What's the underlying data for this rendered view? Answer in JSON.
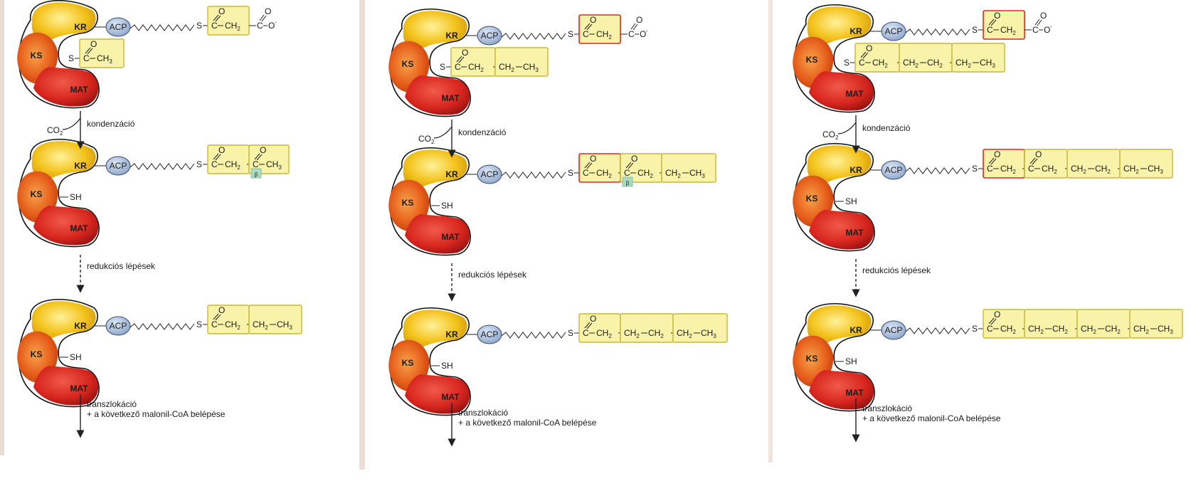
{
  "enzyme": {
    "kr": "KR",
    "ks": "KS",
    "mat": "MAT",
    "acp": "ACP"
  },
  "labels": {
    "condensation": "kondenzáció",
    "reduction": "redukciós lépések",
    "translocation_line1": "transzlokáció",
    "translocation_line2": "+ a következő malonil-CoA belépése",
    "co2": "CO",
    "co2_sub": "2",
    "sh": "SH",
    "s": "S",
    "beta": "β"
  },
  "groups": {
    "carbonyl": "C",
    "oxygen": "O",
    "carboxylate": "C",
    "o_minus": "O",
    "minus": "-",
    "ch2": "CH",
    "ch2_sub": "2",
    "ch3": "CH",
    "ch3_sub": "3"
  },
  "colors": {
    "box_fill": "#f8f3a8",
    "box_border_yellow": "#c6b738",
    "box_border_red": "#d82a22",
    "beta_fill": "#a8dcc0",
    "acp_fill": "#9fb4d6",
    "kr_fill": "#f3c21a",
    "ks_fill": "#e8641e",
    "mat_fill": "#d8261e"
  }
}
